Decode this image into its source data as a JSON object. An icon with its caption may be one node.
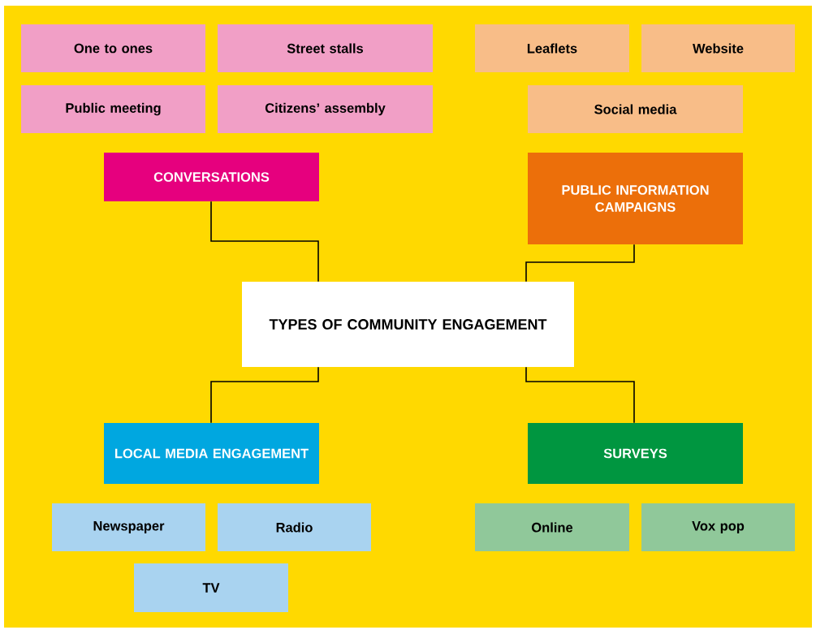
{
  "diagram": {
    "nodes": [
      {
        "text": [
          "One to ones"
        ]
      },
      {
        "text": [
          "Street stalls"
        ]
      },
      {
        "text": [
          "Leaflets"
        ]
      },
      {
        "text": [
          "Website"
        ]
      },
      {
        "text": [
          "Public meeting"
        ]
      },
      {
        "text": [
          "Citizens’ assembly"
        ]
      },
      {
        "text": [
          "Social media"
        ]
      },
      {
        "text": [
          "CONVERSATIONS"
        ]
      },
      {
        "text": [
          "PUBLIC INFORMATION CAMPAIGNS"
        ]
      },
      {
        "text": [
          "TYPES OF COMMUNITY ENGAGEMENT"
        ]
      },
      {
        "text": [
          "LOCAL MEDIA ENGAGEMENT"
        ]
      },
      {
        "text": [
          "SURVEYS"
        ]
      },
      {
        "text": [
          "Newspaper"
        ]
      },
      {
        "text": [
          "Radio"
        ]
      },
      {
        "text": [
          "Online"
        ]
      },
      {
        "text": [
          "Vox pop"
        ]
      },
      {
        "text": [
          "TV"
        ]
      }
    ],
    "edges": [
      {
        "from": 9,
        "to": 7,
        "arrow": "none"
      },
      {
        "from": 9,
        "to": 8,
        "arrow": "none"
      },
      {
        "from": 9,
        "to": 10,
        "arrow": "none"
      },
      {
        "from": 9,
        "to": 11,
        "arrow": "none"
      }
    ]
  }
}
